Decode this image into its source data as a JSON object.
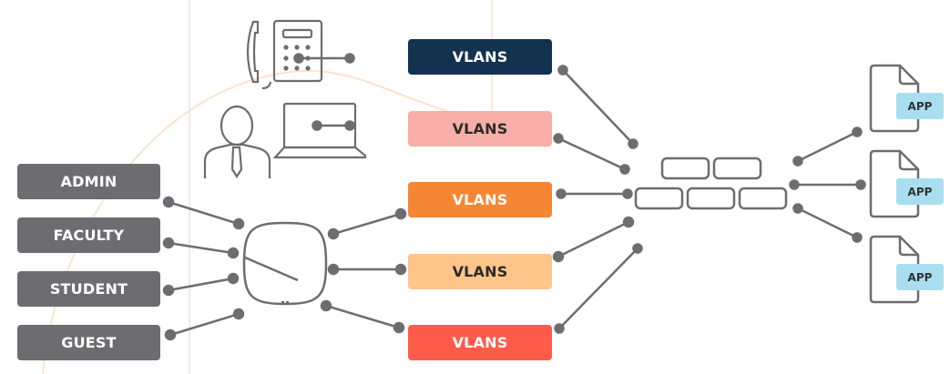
{
  "diagram": {
    "roles": [
      {
        "label": "ADMIN"
      },
      {
        "label": "FACULTY"
      },
      {
        "label": "STUDENT"
      },
      {
        "label": "GUEST"
      }
    ],
    "vlans": [
      {
        "label": "VLANS",
        "color": "#12324f",
        "text_color": "#ffffff"
      },
      {
        "label": "VLANS",
        "color": "#f7aea8",
        "text_color": "#2b2b2b"
      },
      {
        "label": "VLANS",
        "color": "#f58634",
        "text_color": "#ffffff"
      },
      {
        "label": "VLANS",
        "color": "#fdc58a",
        "text_color": "#2b2b2b"
      },
      {
        "label": "VLANS",
        "color": "#fe5b4b",
        "text_color": "#ffffff"
      }
    ],
    "apps": [
      {
        "label": "APP"
      },
      {
        "label": "APP"
      },
      {
        "label": "APP"
      }
    ],
    "icons": {
      "phone": "desk-phone-icon",
      "user": "user-icon",
      "laptop": "laptop-icon",
      "access_point": "access-point-icon",
      "firewall": "firewall-icon",
      "app_file": "file-icon"
    },
    "colors": {
      "connector": "#6d6d71",
      "background_arc": "#fde3c8",
      "app_badge": "#a9def0"
    }
  }
}
